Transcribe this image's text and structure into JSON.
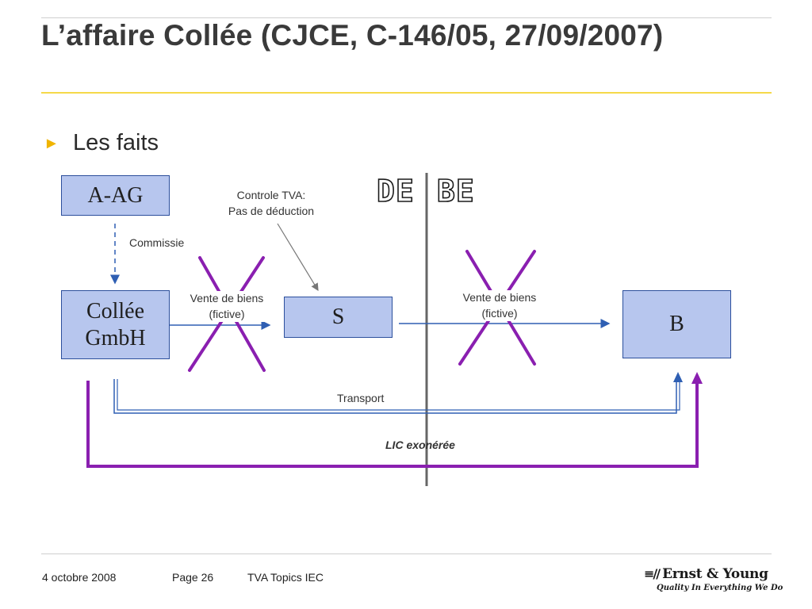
{
  "title": "L’affaire Collée (CJCE, C-146/05, 27/09/2007)",
  "bullet": {
    "icon": "triangle-right-bullet",
    "text": "Les faits"
  },
  "diagram": {
    "boxes": {
      "aag": "A-AG",
      "collee_line1": "Collée",
      "collee_line2": "GmbH",
      "s": "S",
      "b": "B"
    },
    "labels": {
      "controle_line1": "Controle TVA:",
      "controle_line2": "Pas de déduction",
      "commissie": "Commissie",
      "vente1_line1": "Vente de biens",
      "vente1_line2": "(fictive)",
      "vente2_line1": "Vente de biens",
      "vente2_line2": "(fictive)",
      "transport": "Transport",
      "lic": "LIC exonérée"
    },
    "country_left": "DE",
    "country_right": "BE",
    "colors": {
      "box_fill": "#b7c6ee",
      "box_border": "#2c4f9c",
      "arrow_blue": "#2f5fb3",
      "cross_purple": "#8a1fb0",
      "border_line": "#666666"
    }
  },
  "footer": {
    "date": "4 octobre 2008",
    "page": "Page 26",
    "topic": "TVA Topics IEC"
  },
  "logo": {
    "name": "Ernst & Young",
    "tagline": "Quality In Everything We Do"
  }
}
